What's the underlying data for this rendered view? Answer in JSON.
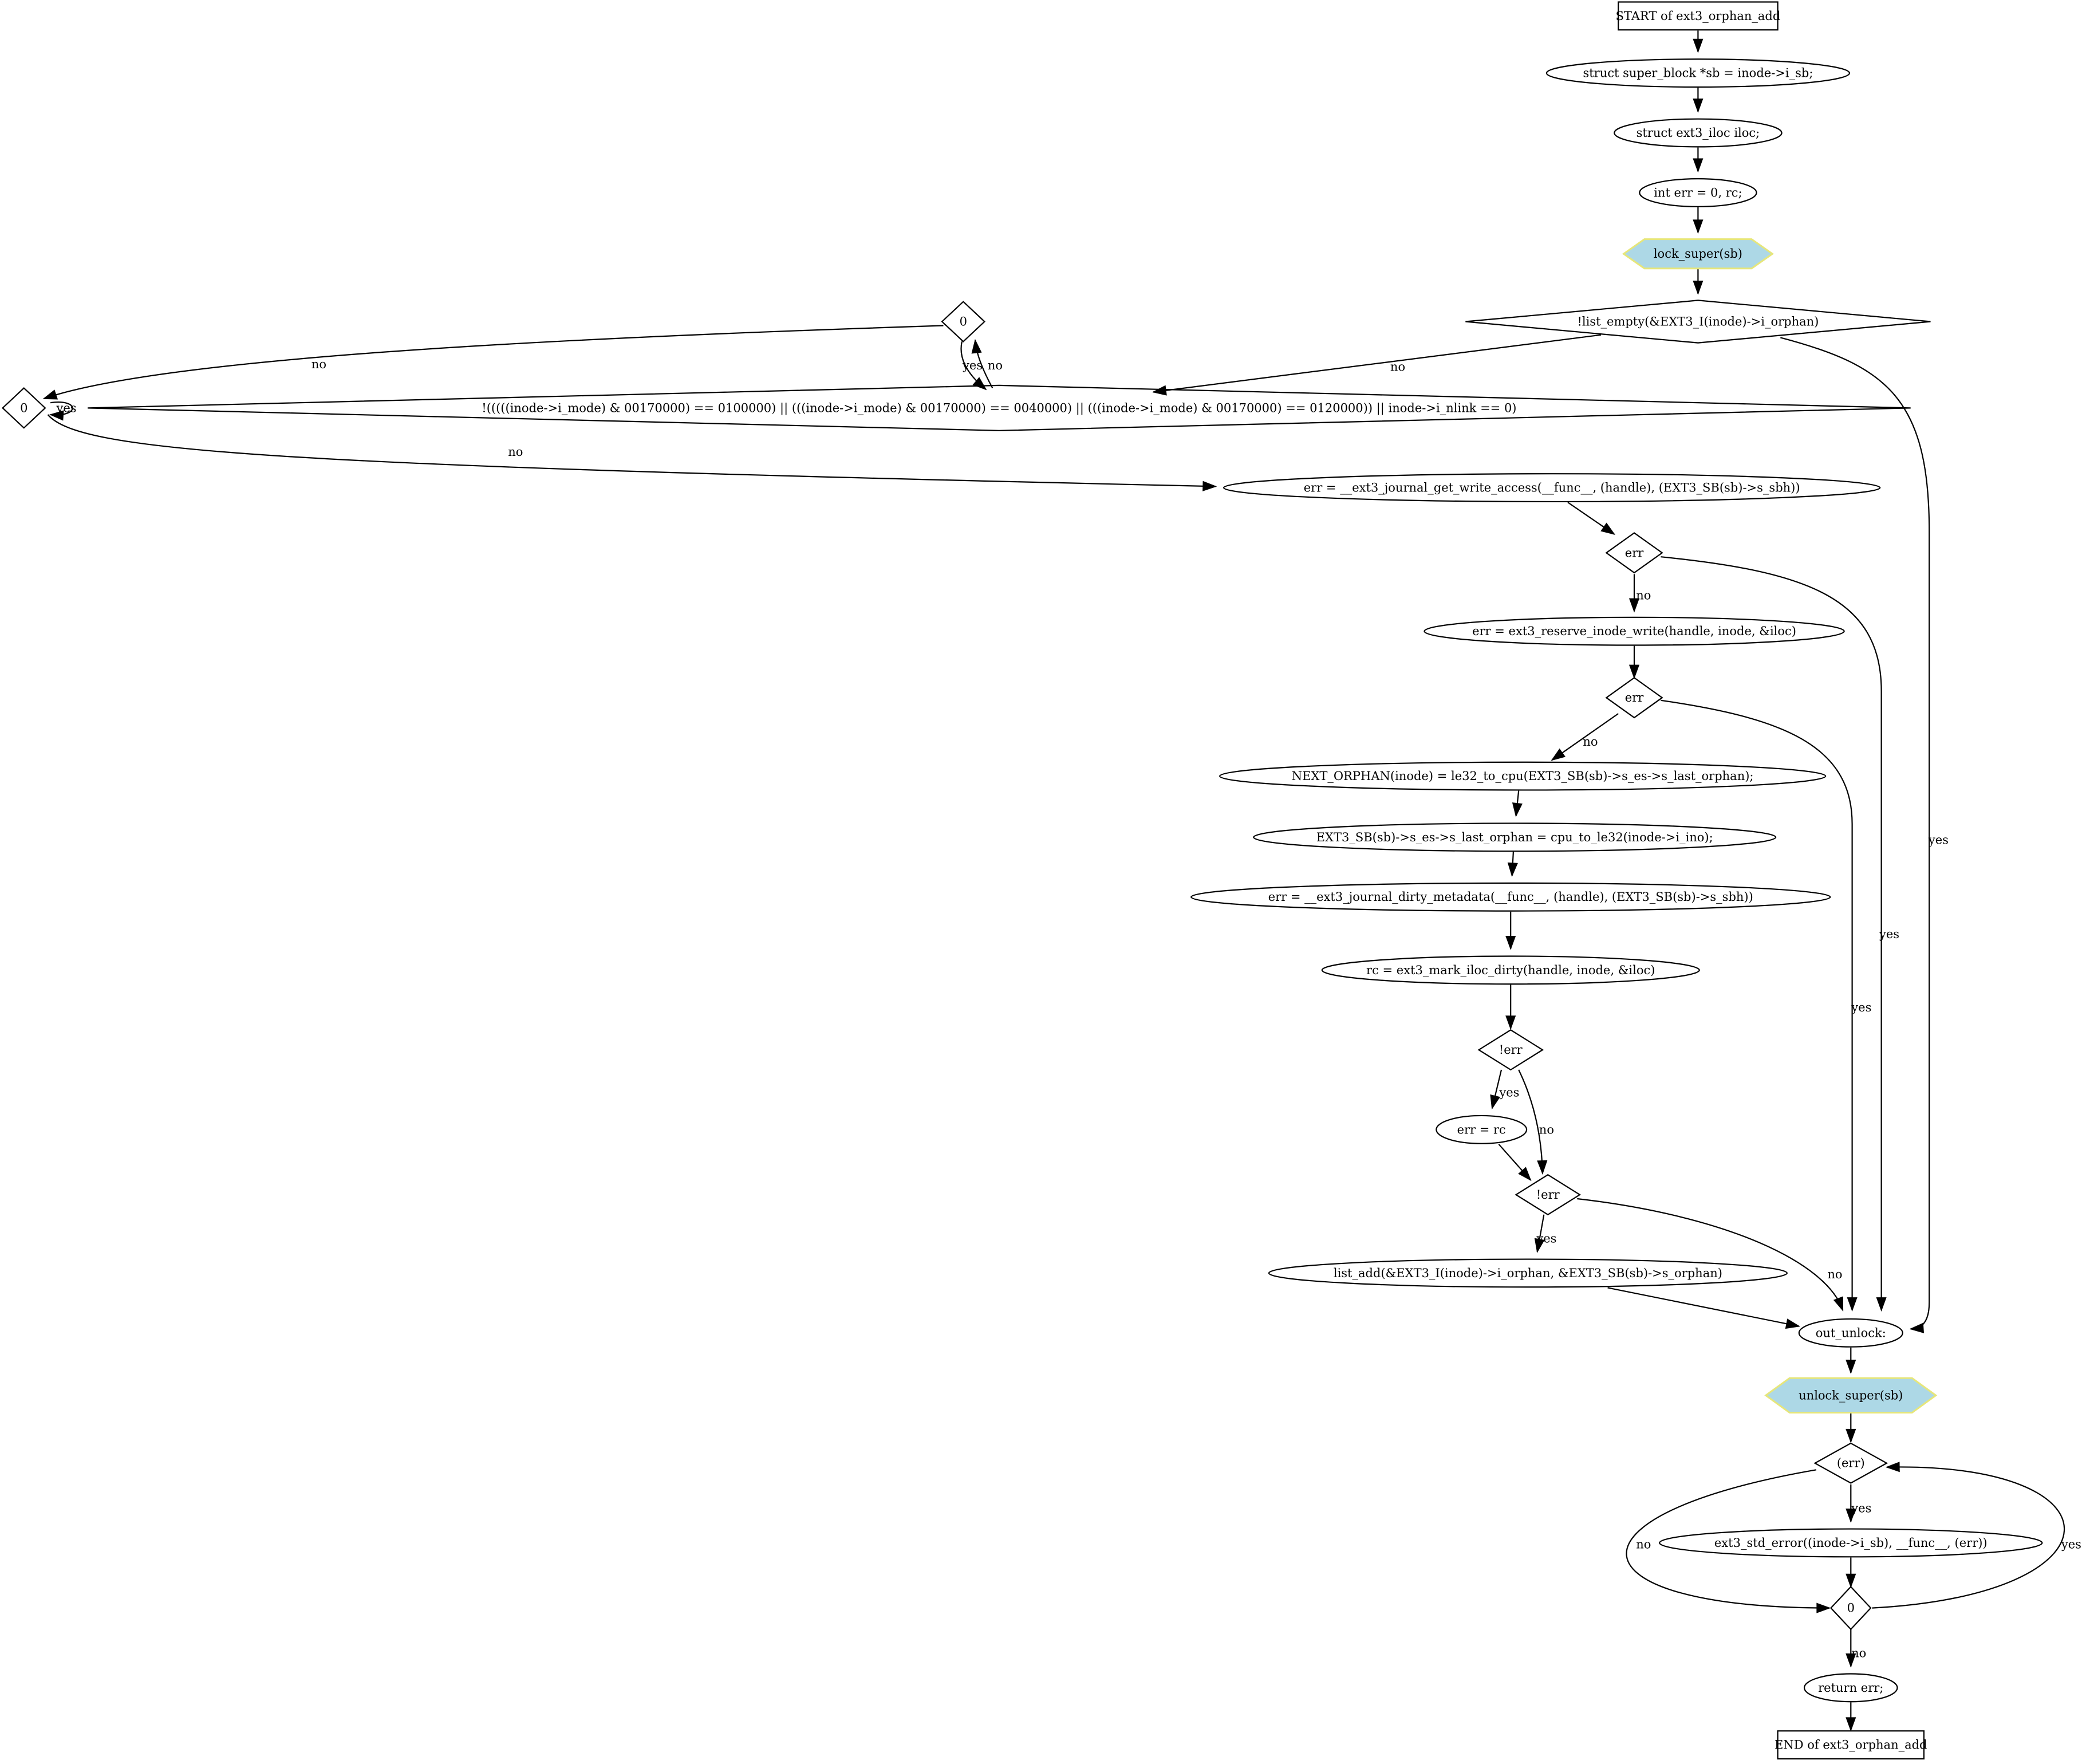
{
  "diagram": {
    "title": "ext3_orphan_add control flow",
    "colors": {
      "highlight_fill": "#add8e6",
      "highlight_stroke": "#e6e67a",
      "line": "#000000"
    },
    "nodes": [
      {
        "id": "start",
        "shape": "box",
        "label": "START of ext3_orphan_add"
      },
      {
        "id": "n_sb",
        "shape": "ellipse",
        "label": "struct super_block *sb = inode->i_sb;"
      },
      {
        "id": "n_iloc",
        "shape": "ellipse",
        "label": "struct ext3_iloc iloc;"
      },
      {
        "id": "n_err",
        "shape": "ellipse",
        "label": "int err = 0, rc;"
      },
      {
        "id": "n_lock",
        "shape": "hexagon",
        "label": "lock_super(sb)"
      },
      {
        "id": "d_listempty",
        "shape": "diamond",
        "label": "!list_empty(&EXT3_I(inode)->i_orphan)"
      },
      {
        "id": "d_zero_a",
        "shape": "diamond",
        "label": "0"
      },
      {
        "id": "d_zero_b",
        "shape": "diamond",
        "label": "0"
      },
      {
        "id": "d_mode",
        "shape": "diamond",
        "label": "!(((((inode->i_mode) & 00170000) == 0100000) || (((inode->i_mode) & 00170000) == 0040000) || (((inode->i_mode) & 00170000) == 0120000)) || inode->i_nlink == 0)"
      },
      {
        "id": "n_getwrite",
        "shape": "ellipse",
        "label": "err = __ext3_journal_get_write_access(__func__, (handle), (EXT3_SB(sb)->s_sbh))"
      },
      {
        "id": "d_err1",
        "shape": "diamond",
        "label": "err"
      },
      {
        "id": "n_reserve",
        "shape": "ellipse",
        "label": "err = ext3_reserve_inode_write(handle, inode, &iloc)"
      },
      {
        "id": "d_err2",
        "shape": "diamond",
        "label": "err"
      },
      {
        "id": "n_next",
        "shape": "ellipse",
        "label": "NEXT_ORPHAN(inode) = le32_to_cpu(EXT3_SB(sb)->s_es->s_last_orphan);"
      },
      {
        "id": "n_last",
        "shape": "ellipse",
        "label": "EXT3_SB(sb)->s_es->s_last_orphan = cpu_to_le32(inode->i_ino);"
      },
      {
        "id": "n_dirty",
        "shape": "ellipse",
        "label": "err = __ext3_journal_dirty_metadata(__func__, (handle), (EXT3_SB(sb)->s_sbh))"
      },
      {
        "id": "n_mark",
        "shape": "ellipse",
        "label": "rc = ext3_mark_iloc_dirty(handle, inode, &iloc)"
      },
      {
        "id": "d_noterr1",
        "shape": "diamond",
        "label": "!err"
      },
      {
        "id": "n_errrc",
        "shape": "ellipse",
        "label": "err = rc"
      },
      {
        "id": "d_noterr2",
        "shape": "diamond",
        "label": "!err"
      },
      {
        "id": "n_listadd",
        "shape": "ellipse",
        "label": "list_add(&EXT3_I(inode)->i_orphan, &EXT3_SB(sb)->s_orphan)"
      },
      {
        "id": "n_out",
        "shape": "ellipse",
        "label": "out_unlock:"
      },
      {
        "id": "n_unlock",
        "shape": "hexagon",
        "label": "unlock_super(sb)"
      },
      {
        "id": "d_errp",
        "shape": "diamond",
        "label": "(err)"
      },
      {
        "id": "n_stderr",
        "shape": "ellipse",
        "label": "ext3_std_error((inode->i_sb), __func__, (err))"
      },
      {
        "id": "d_zero_c",
        "shape": "diamond",
        "label": "0"
      },
      {
        "id": "n_return",
        "shape": "ellipse",
        "label": "return err;"
      },
      {
        "id": "end",
        "shape": "box",
        "label": "END of ext3_orphan_add"
      }
    ],
    "edges": [
      {
        "from": "start",
        "to": "n_sb",
        "label": ""
      },
      {
        "from": "n_sb",
        "to": "n_iloc",
        "label": ""
      },
      {
        "from": "n_iloc",
        "to": "n_err",
        "label": ""
      },
      {
        "from": "n_err",
        "to": "n_lock",
        "label": ""
      },
      {
        "from": "n_lock",
        "to": "d_listempty",
        "label": ""
      },
      {
        "from": "d_listempty",
        "to": "d_mode",
        "label": "no"
      },
      {
        "from": "d_listempty",
        "to": "n_out",
        "label": "yes"
      },
      {
        "from": "d_mode",
        "to": "d_zero_a",
        "label": "no"
      },
      {
        "from": "d_zero_a",
        "to": "d_mode",
        "label": "yes"
      },
      {
        "from": "d_zero_a",
        "to": "d_zero_b",
        "label": "no"
      },
      {
        "from": "d_zero_b",
        "to": "d_zero_b",
        "label": "yes"
      },
      {
        "from": "d_zero_b",
        "to": "n_getwrite",
        "label": "no"
      },
      {
        "from": "n_getwrite",
        "to": "d_err1",
        "label": ""
      },
      {
        "from": "d_err1",
        "to": "n_reserve",
        "label": "no"
      },
      {
        "from": "d_err1",
        "to": "n_out",
        "label": "yes"
      },
      {
        "from": "n_reserve",
        "to": "d_err2",
        "label": ""
      },
      {
        "from": "d_err2",
        "to": "n_next",
        "label": "no"
      },
      {
        "from": "d_err2",
        "to": "n_out",
        "label": "yes"
      },
      {
        "from": "n_next",
        "to": "n_last",
        "label": ""
      },
      {
        "from": "n_last",
        "to": "n_dirty",
        "label": ""
      },
      {
        "from": "n_dirty",
        "to": "n_mark",
        "label": ""
      },
      {
        "from": "n_mark",
        "to": "d_noterr1",
        "label": ""
      },
      {
        "from": "d_noterr1",
        "to": "n_errrc",
        "label": "yes"
      },
      {
        "from": "d_noterr1",
        "to": "d_noterr2",
        "label": "no"
      },
      {
        "from": "n_errrc",
        "to": "d_noterr2",
        "label": ""
      },
      {
        "from": "d_noterr2",
        "to": "n_listadd",
        "label": "yes"
      },
      {
        "from": "d_noterr2",
        "to": "n_out",
        "label": "no"
      },
      {
        "from": "n_listadd",
        "to": "n_out",
        "label": ""
      },
      {
        "from": "n_out",
        "to": "n_unlock",
        "label": ""
      },
      {
        "from": "n_unlock",
        "to": "d_errp",
        "label": ""
      },
      {
        "from": "d_errp",
        "to": "n_stderr",
        "label": "yes"
      },
      {
        "from": "d_errp",
        "to": "d_zero_c",
        "label": "no"
      },
      {
        "from": "n_stderr",
        "to": "d_zero_c",
        "label": ""
      },
      {
        "from": "d_zero_c",
        "to": "d_errp",
        "label": "yes"
      },
      {
        "from": "d_zero_c",
        "to": "n_return",
        "label": "no"
      },
      {
        "from": "n_return",
        "to": "end",
        "label": ""
      }
    ]
  }
}
